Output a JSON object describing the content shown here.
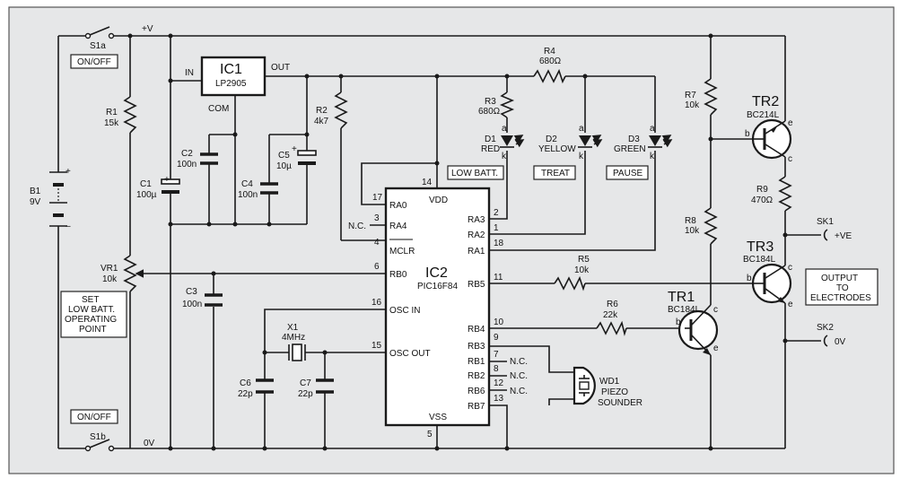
{
  "labels": {
    "s1a": "S1a",
    "s1b": "S1b",
    "onoff_a": "ON/OFF",
    "onoff_b": "ON/OFF",
    "vplus": "+V",
    "zerov": "0V",
    "r1": "R1",
    "r1v": "15k",
    "b1": "B1",
    "b1v": "9V",
    "bplus": "+",
    "bminus": "–",
    "vr1": "VR1",
    "vr1v": "10k",
    "set1": "SET",
    "set2": "LOW BATT.",
    "set3": "OPERATING",
    "set4": "POINT",
    "ic1": "IC1",
    "ic1v": "LP2905",
    "in": "IN",
    "out": "OUT",
    "com": "COM",
    "c1": "C1",
    "c1v": "100µ",
    "c2": "C2",
    "c2v": "100n",
    "c3": "C3",
    "c3v": "100n",
    "c4": "C4",
    "c4v": "100n",
    "c5": "C5",
    "c5v": "10µ",
    "r2": "R2",
    "r2v": "4k7",
    "r3": "R3",
    "r3v": "680Ω",
    "r4": "R4",
    "r4v": "680Ω",
    "r5": "R5",
    "r5v": "10k",
    "r6": "R6",
    "r6v": "22k",
    "r7": "R7",
    "r7v": "10k",
    "r8": "R8",
    "r8v": "10k",
    "r9": "R9",
    "r9v": "470Ω",
    "d1": "D1",
    "d1v": "RED",
    "d2": "D2",
    "d2v": "YELLOW",
    "d3": "D3",
    "d3v": "GREEN",
    "ak": "a",
    "kk": "k",
    "lowbatt": "LOW BATT.",
    "treat": "TREAT",
    "pause": "PAUSE",
    "ic2": "IC2",
    "ic2v": "PIC16F84",
    "vdd": "VDD",
    "vss": "VSS",
    "ra0": "RA0",
    "ra4": "RA4",
    "mclr": "MCLR",
    "rb0": "RB0",
    "oscin": "OSC IN",
    "oscout": "OSC OUT",
    "ra3": "RA3",
    "ra2": "RA2",
    "ra1": "RA1",
    "rb5": "RB5",
    "rb4": "RB4",
    "rb3": "RB3",
    "rb1": "RB1",
    "rb2": "RB2",
    "rb6": "RB6",
    "rb7": "RB7",
    "p14": "14",
    "p17": "17",
    "p3": "3",
    "p4": "4",
    "p6": "6",
    "p16": "16",
    "p15": "15",
    "p2": "2",
    "p1": "1",
    "p18": "18",
    "p11": "11",
    "p10": "10",
    "p9": "9",
    "p7": "7",
    "p8": "8",
    "p12": "12",
    "p13": "13",
    "p5": "5",
    "nc": "N.C.",
    "x1": "X1",
    "x1v": "4MHz",
    "c6": "C6",
    "c6v": "22p",
    "c7": "C7",
    "c7v": "22p",
    "wd1": "WD1",
    "wd1a": "PIEZO",
    "wd1b": "SOUNDER",
    "tr1": "TR1",
    "tr1v": "BC184L",
    "tr2": "TR2",
    "tr2v": "BC214L",
    "tr3": "TR3",
    "tr3v": "BC184L",
    "b": "b",
    "c": "c",
    "e": "e",
    "sk1": "SK1",
    "sk1v": "+VE",
    "sk2": "SK2",
    "sk2v": "0V",
    "out1": "OUTPUT",
    "out2": "TO",
    "out3": "ELECTRODES"
  }
}
